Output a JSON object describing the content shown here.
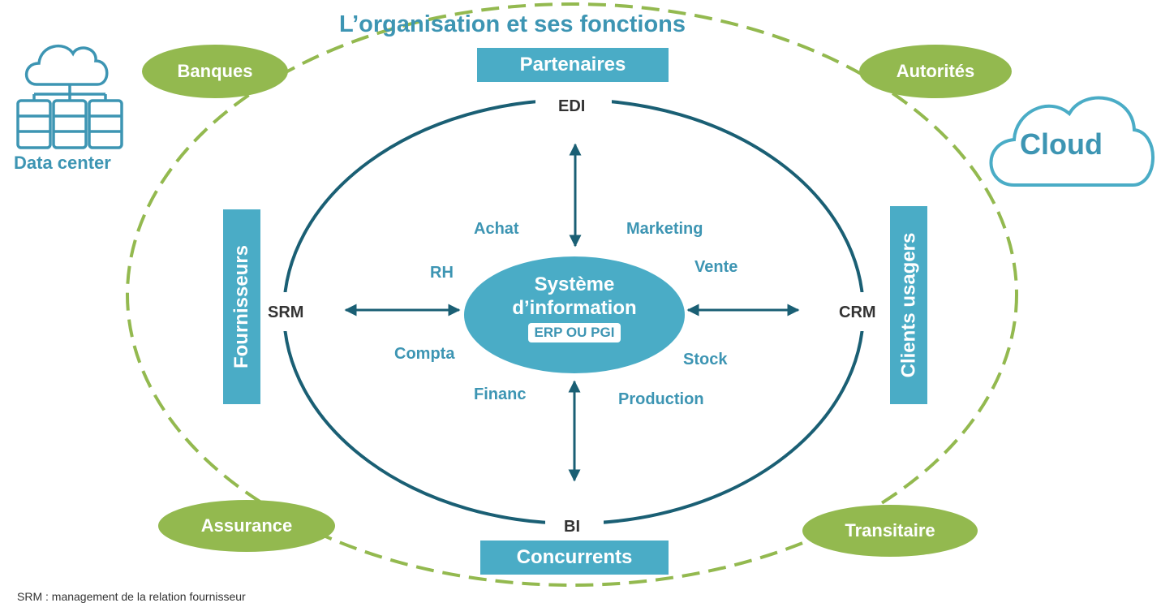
{
  "title": "L’organisation et ses fonctions",
  "center": {
    "line1": "Système",
    "line2": "d’information",
    "badge": "ERP OU PGI"
  },
  "boxes": {
    "top": "Partenaires",
    "bottom": "Concurrents",
    "left": "Fournisseurs",
    "right": "Clients usagers"
  },
  "connectors": {
    "top": "EDI",
    "bottom": "BI",
    "left": "SRM",
    "right": "CRM"
  },
  "functions": {
    "achat": "Achat",
    "marketing": "Marketing",
    "rh": "RH",
    "vente": "Vente",
    "compta": "Compta",
    "stock": "Stock",
    "financ": "Financ",
    "production": "Production"
  },
  "partners": {
    "banques": "Banques",
    "autorites": "Autorités",
    "assurance": "Assurance",
    "transitaire": "Transitaire"
  },
  "icons": {
    "data_center": {
      "icon": "cloud-server-icon",
      "label": "Data center"
    },
    "cloud": {
      "icon": "cloud-icon",
      "label": "Cloud"
    }
  },
  "footnote": "SRM : management de la relation fournisseur",
  "colors": {
    "teal": "#4aacc6",
    "teal_text": "#3d95b3",
    "green": "#93b94f",
    "dark": "#1a5f74",
    "text": "#333333"
  }
}
